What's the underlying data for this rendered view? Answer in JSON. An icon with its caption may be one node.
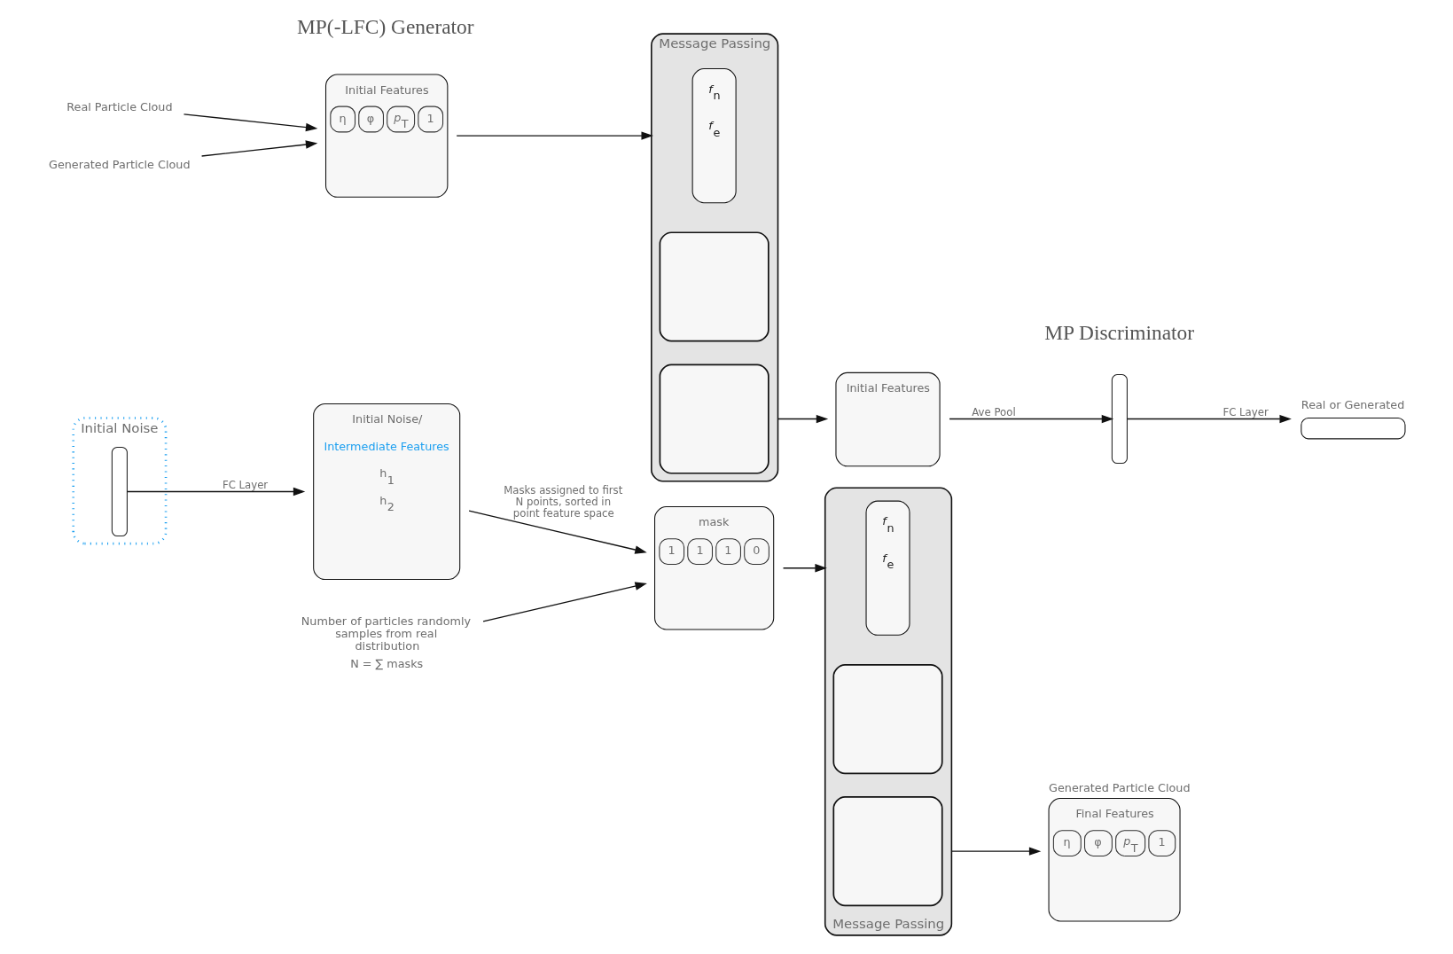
{
  "diagram": {
    "nodes": [
      {
        "text": [
          "Initial Noise"
        ]
      },
      {
        "text": [],
        "shape": "bar",
        "in": 0
      },
      {
        "text": [
          "Initial Noise/",
          "Intermediate Features",
          "h$_{1}$",
          "h$_{2}$"
        ]
      },
      {
        "text": [
          "Number of particles randomly samples from real distribution",
          "N = ∑ masks"
        ]
      },
      {
        "text": [
          "mask",
          "1",
          "1",
          "1",
          "0"
        ]
      },
      {
        "text": [
          "Message Passing"
        ]
      },
      {
        "text": [
          "*f*$_{n}$",
          "*f*$_{e}$"
        ],
        "in": 5
      },
      {
        "text": [],
        "shape": "box",
        "in": 5
      },
      {
        "text": [],
        "shape": "box",
        "in": 5
      },
      {
        "text": [
          "Generated Particle Cloud",
          "Final Features",
          "η",
          "φ",
          "*p*$_{T}$",
          "1"
        ]
      },
      {
        "text": [
          "Real Particle Cloud"
        ]
      },
      {
        "text": [
          "Generated Particle Cloud"
        ]
      },
      {
        "text": [
          "Initial Features",
          "η",
          "φ",
          "*p*$_{T}$",
          "1"
        ]
      },
      {
        "text": [
          "Message Passing"
        ]
      },
      {
        "text": [
          "*f*$_{n}$",
          "*f*$_{e}$"
        ],
        "in": 13
      },
      {
        "text": [],
        "shape": "box",
        "in": 13
      },
      {
        "text": [],
        "shape": "box",
        "in": 13
      },
      {
        "text": [
          "Initial Features"
        ]
      },
      {
        "text": [],
        "shape": "bar"
      },
      {
        "text": [
          "Real or Generated"
        ]
      }
    ],
    "edges": [
      {
        "from": 1,
        "to": 2,
        "arrow": "to",
        "label": "FC Layer"
      },
      {
        "from": 3,
        "to": 4,
        "arrow": "to"
      },
      {
        "from": 2,
        "to": 4,
        "arrow": "to",
        "label": "Masks assigned to first N points, sorted in point feature space"
      },
      {
        "from": 4,
        "to": 5,
        "arrow": "to"
      },
      {
        "from": 5,
        "to": 9,
        "arrow": "to"
      },
      {
        "from": 10,
        "to": 12,
        "arrow": "to"
      },
      {
        "from": 11,
        "to": 12,
        "arrow": "to"
      },
      {
        "from": 12,
        "to": 13,
        "arrow": "to"
      },
      {
        "from": 13,
        "to": 17,
        "arrow": "to"
      },
      {
        "from": 17,
        "to": 18,
        "arrow": "to",
        "label": "Ave Pool"
      },
      {
        "from": 18,
        "to": 19,
        "arrow": "to",
        "label": "FC Layer"
      }
    ],
    "labels": [
      "MP(-LFC) Generator",
      "MP Discriminator"
    ]
  }
}
